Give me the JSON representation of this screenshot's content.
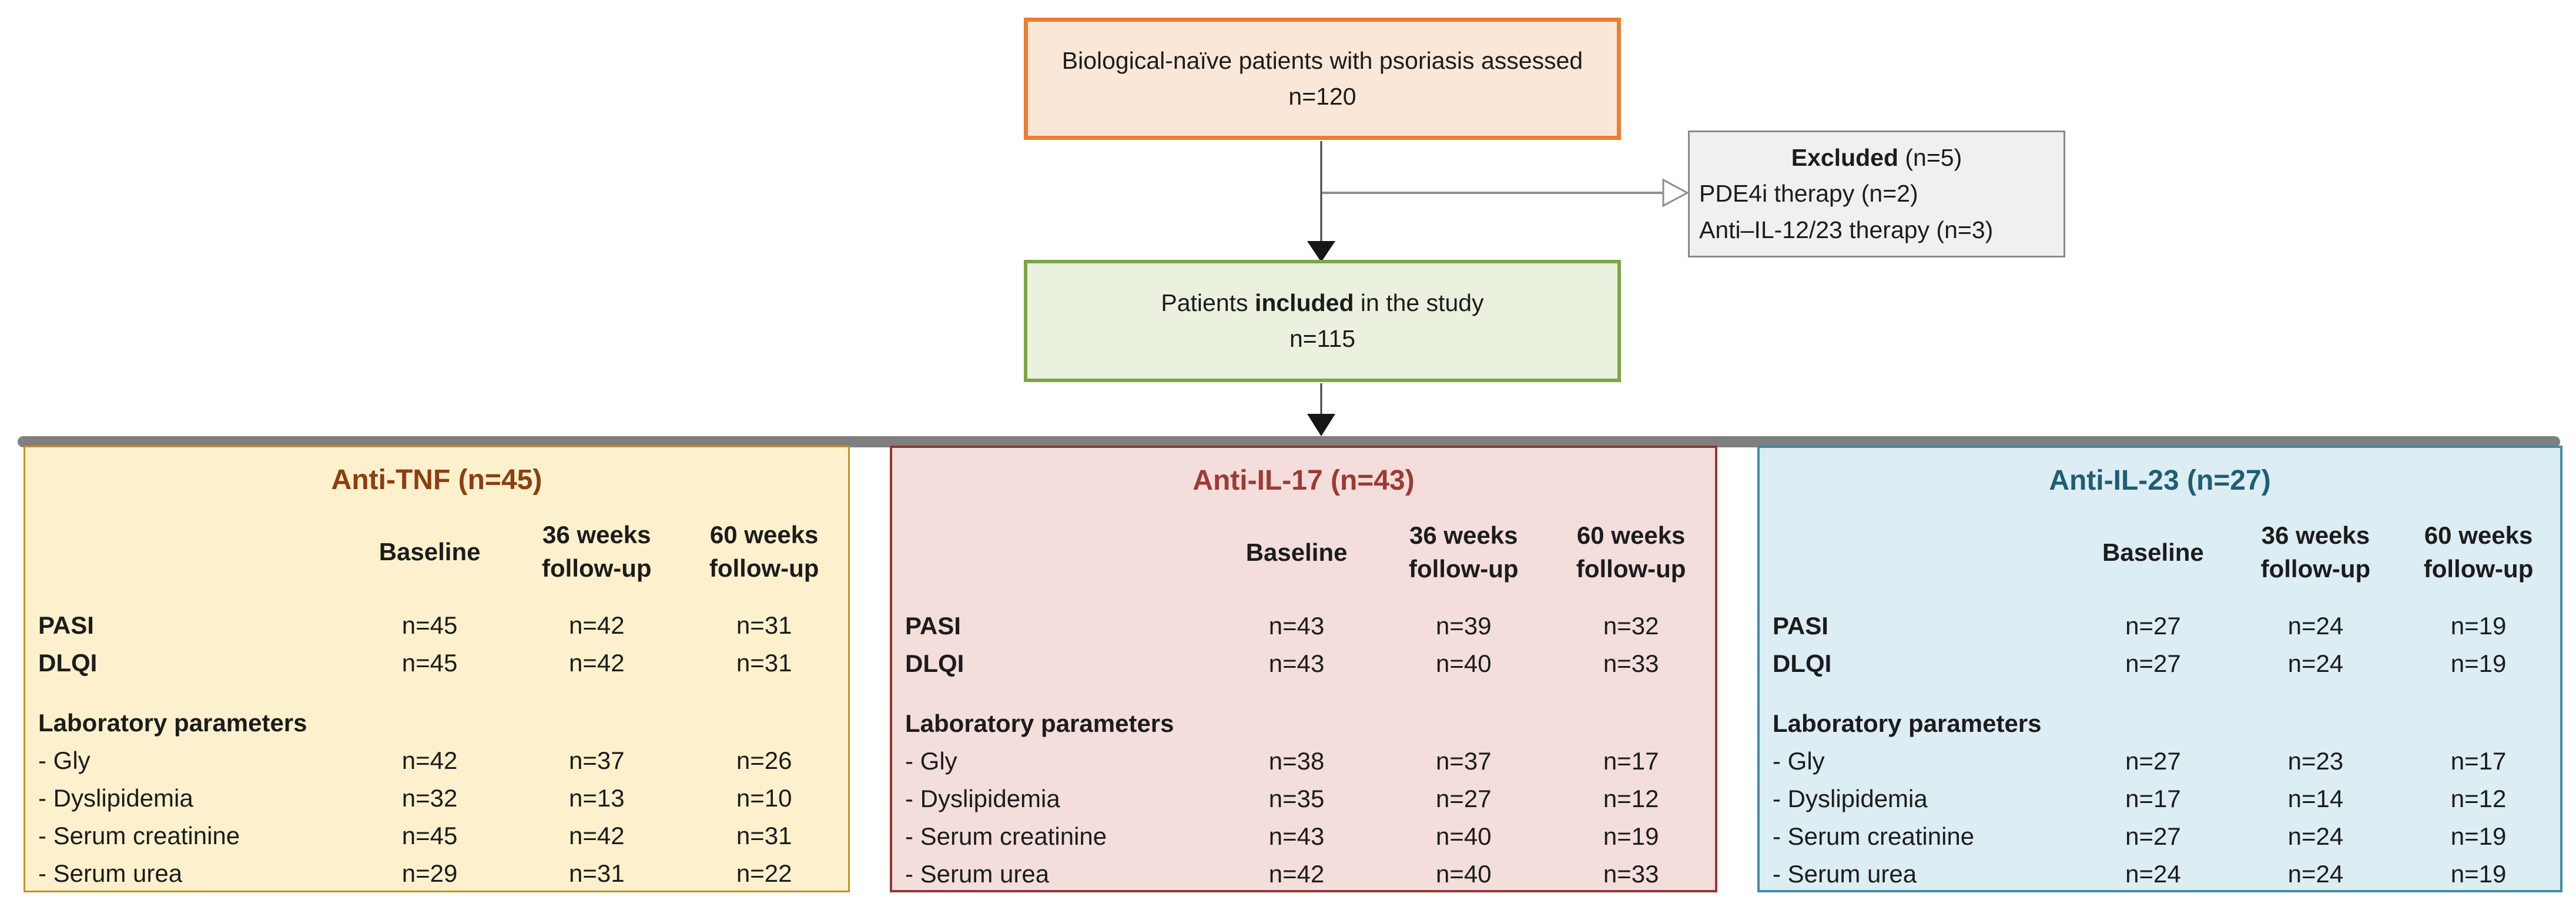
{
  "diagram": {
    "assessed_box": {
      "line1": "Biological-naïve patients with psoriasis assessed",
      "count": "n=120"
    },
    "excluded_box": {
      "title_bold": "Excluded",
      "title_rest": " (n=5)",
      "items": [
        "PDE4i therapy (n=2)",
        "Anti–IL-12/23 therapy (n=3)"
      ]
    },
    "included_box": {
      "pre": "Patients ",
      "bold": "included",
      "post": " in the study",
      "count": "n=115"
    }
  },
  "columns": [
    {
      "line1": "Baseline",
      "line2": ""
    },
    {
      "line1": "36 weeks",
      "line2": "follow-up"
    },
    {
      "line1": "60 weeks",
      "line2": "follow-up"
    }
  ],
  "panels": [
    {
      "title": "Anti-TNF (n=45)",
      "accent": "#8C3E10",
      "border": "#C19420",
      "fill": "#FCF1CC",
      "rows": [
        {
          "label": "PASI",
          "values": [
            "n=45",
            "n=42",
            "n=31"
          ]
        },
        {
          "label": "DLQI",
          "values": [
            "n=45",
            "n=42",
            "n=31"
          ]
        },
        {
          "label": "Laboratory parameters",
          "values": [
            "",
            "",
            ""
          ]
        },
        {
          "label": "- Gly",
          "values": [
            "n=42",
            "n=37",
            "n=26"
          ]
        },
        {
          "label": "- Dyslipidemia",
          "values": [
            "n=32",
            "n=13",
            "n=10"
          ]
        },
        {
          "label": "- Serum creatinine",
          "values": [
            "n=45",
            "n=42",
            "n=31"
          ]
        },
        {
          "label": "- Serum urea",
          "values": [
            "n=29",
            "n=31",
            "n=22"
          ]
        }
      ]
    },
    {
      "title": "Anti-IL-17 (n=43)",
      "accent": "#9E3A32",
      "border": "#953735",
      "fill": "#F3DEDC",
      "rows": [
        {
          "label": "PASI",
          "values": [
            "n=43",
            "n=39",
            "n=32"
          ]
        },
        {
          "label": "DLQI",
          "values": [
            "n=43",
            "n=40",
            "n=33"
          ]
        },
        {
          "label": "Laboratory parameters",
          "values": [
            "",
            "",
            ""
          ]
        },
        {
          "label": "- Gly",
          "values": [
            "n=38",
            "n=37",
            "n=17"
          ]
        },
        {
          "label": "- Dyslipidemia",
          "values": [
            "n=35",
            "n=27",
            "n=12"
          ]
        },
        {
          "label": "- Serum creatinine",
          "values": [
            "n=43",
            "n=40",
            "n=19"
          ]
        },
        {
          "label": "- Serum urea",
          "values": [
            "n=42",
            "n=40",
            "n=33"
          ]
        }
      ]
    },
    {
      "title": "Anti-IL-23 (n=27)",
      "accent": "#1F5E73",
      "border": "#3D8CA8",
      "fill": "#DCEDF4",
      "rows": [
        {
          "label": "PASI",
          "values": [
            "n=27",
            "n=24",
            "n=19"
          ]
        },
        {
          "label": "DLQI",
          "values": [
            "n=27",
            "n=24",
            "n=19"
          ]
        },
        {
          "label": "Laboratory parameters",
          "values": [
            "",
            "",
            ""
          ]
        },
        {
          "label": "- Gly",
          "values": [
            "n=27",
            "n=23",
            "n=17"
          ]
        },
        {
          "label": "- Dyslipidemia",
          "values": [
            "n=17",
            "n=14",
            "n=12"
          ]
        },
        {
          "label": "- Serum creatinine",
          "values": [
            "n=27",
            "n=24",
            "n=19"
          ]
        },
        {
          "label": "- Serum urea",
          "values": [
            "n=24",
            "n=24",
            "n=19"
          ]
        }
      ]
    }
  ],
  "colors": {
    "assessed_border": "#ED7D31",
    "assessed_fill": "#FBE7D8",
    "included_border": "#7CA644",
    "included_fill": "#EBF1DF",
    "excluded_border": "#8A8A8A",
    "excluded_fill": "#F0F0F0",
    "divider_bar": "#7F7F7F",
    "arrow_dark": "#3F3F3F",
    "arrow_gray": "#8F8F8F"
  }
}
